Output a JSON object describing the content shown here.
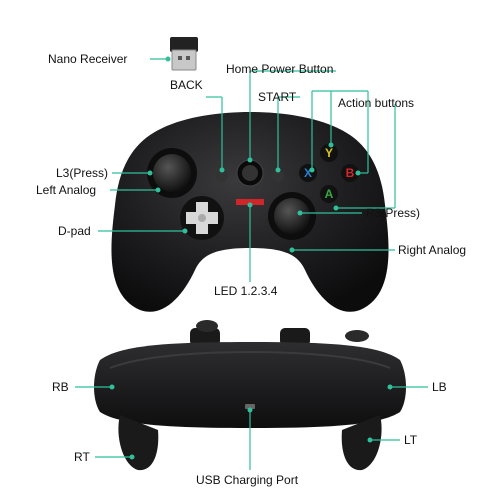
{
  "labels": {
    "nano_receiver": "Nano Receiver",
    "back": "BACK",
    "home_power_button": "Home Power Button",
    "start": "START",
    "action_buttons": "Action buttons",
    "l3_press": "L3(Press)",
    "left_analog": "Left Analog",
    "d_pad": "D-pad",
    "r3_press": "R3(Press)",
    "right_analog": "Right Analog",
    "led": "LED 1.2.3.4",
    "rb": "RB",
    "lb": "LB",
    "rt": "RT",
    "lt": "LT",
    "usb_charging_port": "USB Charging Port"
  },
  "button_letters": {
    "y": "Y",
    "x": "X",
    "b": "B",
    "a": "A"
  },
  "colors": {
    "callout_line": "#2fbf9a",
    "controller_body": "#1c1c1e",
    "button_y": "#d9c21f",
    "button_x": "#2a7fd0",
    "button_b": "#d8262c",
    "button_a": "#39a845",
    "led_red": "#d0252b"
  }
}
